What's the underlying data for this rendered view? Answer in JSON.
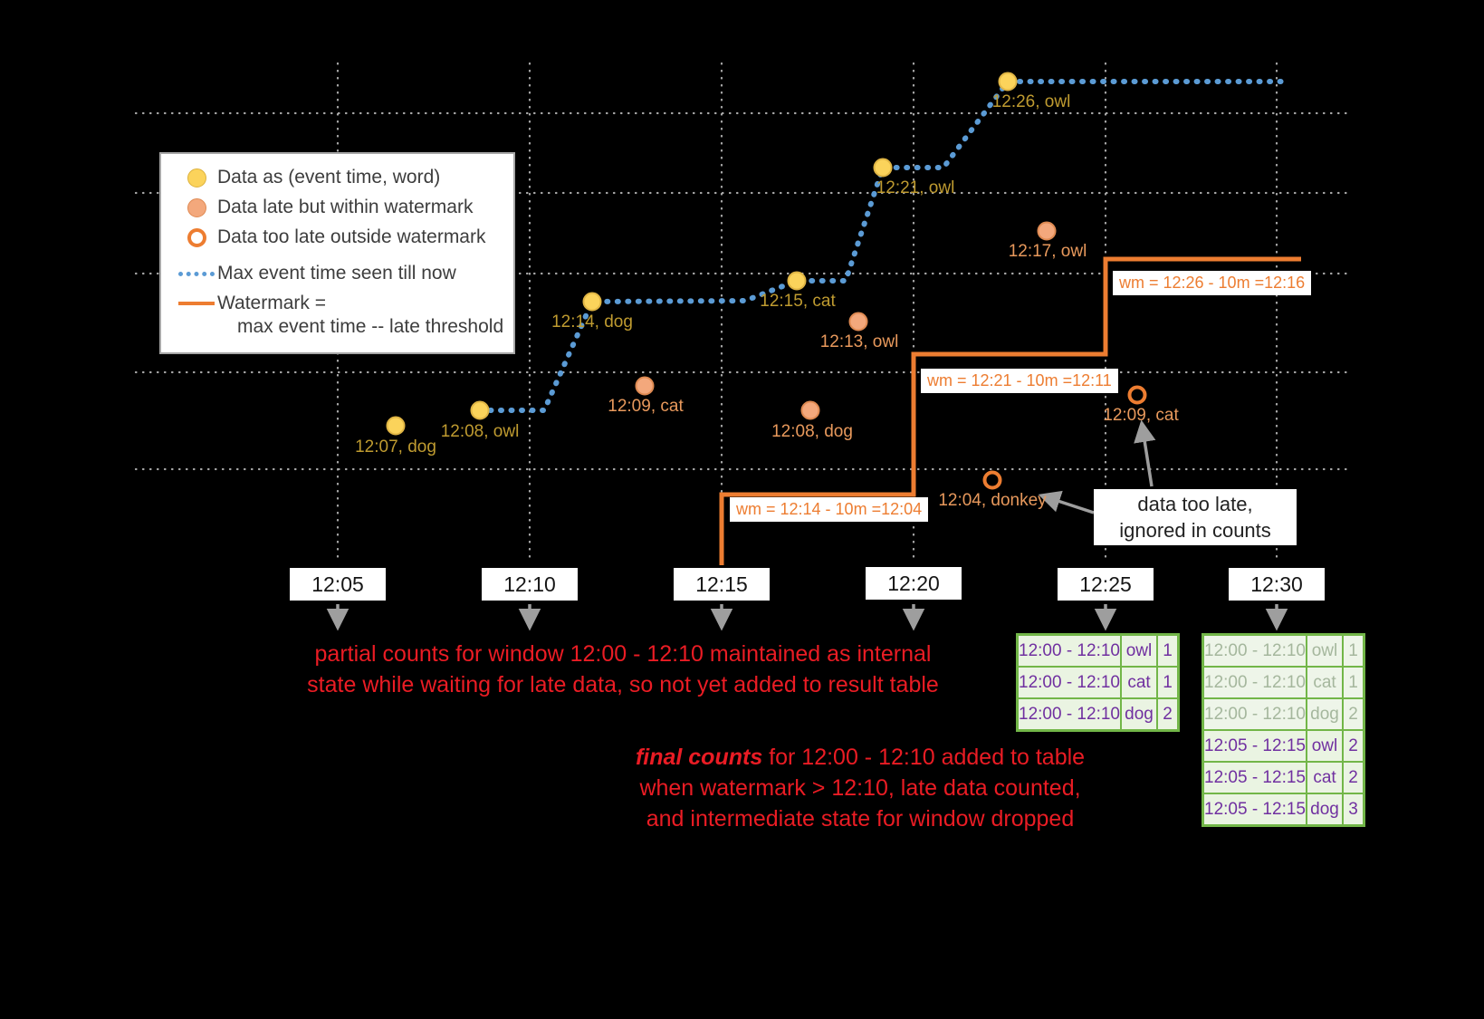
{
  "legend": {
    "items": {
      "ontime": "Data as (event time, word)",
      "late": "Data late but within watermark",
      "too_late": "Data too late outside watermark",
      "max_event": "Max event time seen till now",
      "watermark_1": "Watermark =",
      "watermark_2": "max event time -- late threshold"
    }
  },
  "points": {
    "ontime": [
      {
        "label": "12:07, dog"
      },
      {
        "label": "12:08, owl"
      },
      {
        "label": "12:14, dog"
      },
      {
        "label": "12:15, cat"
      },
      {
        "label": "12:21, owl"
      },
      {
        "label": "12:26, owl"
      }
    ],
    "late": [
      {
        "label": "12:09, cat"
      },
      {
        "label": "12:08, dog"
      },
      {
        "label": "12:13, owl"
      },
      {
        "label": "12:17, owl"
      }
    ],
    "too_late": [
      {
        "label": "12:04, donkey"
      },
      {
        "label": "12:09, cat"
      }
    ]
  },
  "watermark_labels": [
    "wm = 12:14 - 10m =12:04",
    "wm = 12:21 - 10m =12:11",
    "wm = 12:26 - 10m =12:16"
  ],
  "time_axis": {
    "ticks": [
      "12:05",
      "12:10",
      "12:15",
      "12:20",
      "12:25",
      "12:30"
    ]
  },
  "annotations": {
    "partial": {
      "line1": "partial counts for window 12:00 - 12:10 maintained as internal",
      "line2": "state while waiting for late data, so not yet added  to result table"
    },
    "final": {
      "italic": "final counts",
      "line1_rest": " for 12:00 - 12:10 added to table",
      "line2": "when watermark > 12:10, late data counted,",
      "line3": "and intermediate state for window dropped"
    },
    "too_late_note": {
      "line1": "data too late,",
      "line2": "ignored in counts"
    }
  },
  "tables": {
    "intermediate": {
      "rows": [
        {
          "window": "12:00 - 12:10",
          "word": "owl",
          "count": "1"
        },
        {
          "window": "12:00 - 12:10",
          "word": "cat",
          "count": "1"
        },
        {
          "window": "12:00 - 12:10",
          "word": "dog",
          "count": "2"
        }
      ]
    },
    "final": {
      "faded_rows": [
        {
          "window": "12:00 - 12:10",
          "word": "owl",
          "count": "1"
        },
        {
          "window": "12:00 - 12:10",
          "word": "cat",
          "count": "1"
        },
        {
          "window": "12:00 - 12:10",
          "word": "dog",
          "count": "2"
        }
      ],
      "rows": [
        {
          "window": "12:05 - 12:15",
          "word": "owl",
          "count": "2"
        },
        {
          "window": "12:05 - 12:15",
          "word": "cat",
          "count": "2"
        },
        {
          "window": "12:05 - 12:15",
          "word": "dog",
          "count": "3"
        }
      ]
    }
  },
  "colors": {
    "background": "#000000",
    "ontime_dot": "#fbd35b",
    "late_dot": "#f3a87c",
    "too_late_ring": "#ed7d31",
    "max_event_line": "#5b9bd5",
    "watermark_line": "#ed7d31",
    "ontime_label": "#bf9b30",
    "late_label": "#e8995c",
    "annotation_red": "#ea1c24",
    "table_border": "#72b648",
    "table_text": "#7030a0"
  }
}
